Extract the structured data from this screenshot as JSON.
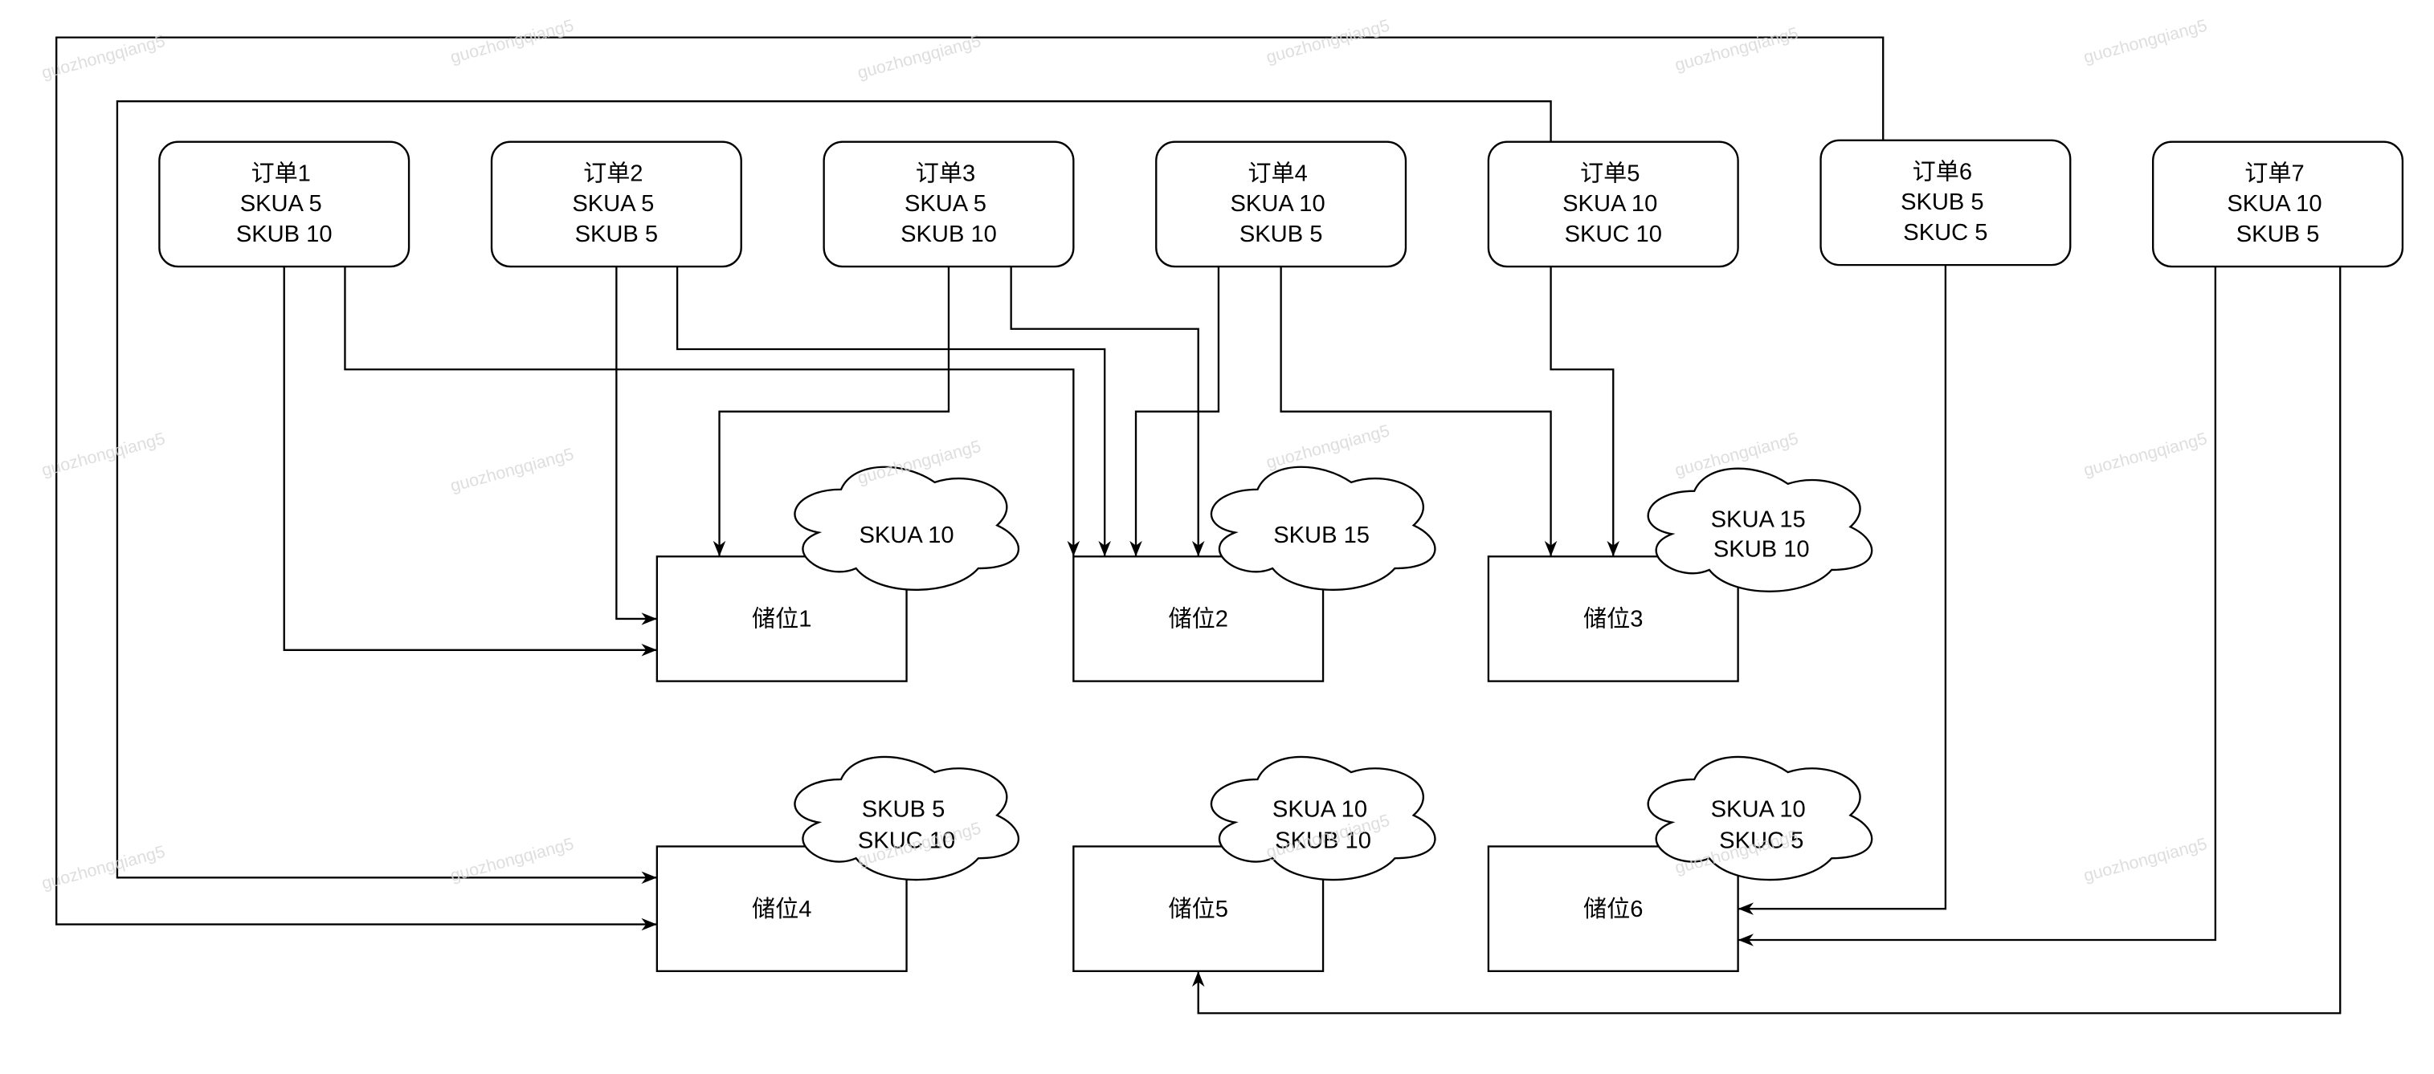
{
  "orders": [
    {
      "title": "订单1",
      "items": [
        "SKUA 5",
        "SKUB 10"
      ]
    },
    {
      "title": "订单2",
      "items": [
        "SKUA 5",
        "SKUB 5"
      ]
    },
    {
      "title": "订单3",
      "items": [
        "SKUA 5",
        "SKUB 10"
      ]
    },
    {
      "title": "订单4",
      "items": [
        "SKUA 10",
        "SKUB 5"
      ]
    },
    {
      "title": "订单5",
      "items": [
        "SKUA 10",
        "SKUC 10"
      ]
    },
    {
      "title": "订单6",
      "items": [
        "SKUB 5",
        "SKUC 5"
      ]
    },
    {
      "title": "订单7",
      "items": [
        "SKUA 10",
        "SKUB 5"
      ]
    }
  ],
  "locations": [
    {
      "label": "储位1",
      "stock": [
        "SKUA 10"
      ]
    },
    {
      "label": "储位2",
      "stock": [
        "SKUB 15"
      ]
    },
    {
      "label": "储位3",
      "stock": [
        "SKUA 15",
        "SKUB 10"
      ]
    },
    {
      "label": "储位4",
      "stock": [
        "SKUB 5",
        "SKUC 10"
      ]
    },
    {
      "label": "储位5",
      "stock": [
        "SKUA 10",
        "SKUB 10"
      ]
    },
    {
      "label": "储位6",
      "stock": [
        "SKUA 10",
        "SKUC 5"
      ]
    }
  ],
  "watermark": "guozhongqiang5",
  "colors": {
    "line": "#000000",
    "fill": "#ffffff",
    "background": "#ffffff",
    "watermark": "#d6d6d6"
  }
}
